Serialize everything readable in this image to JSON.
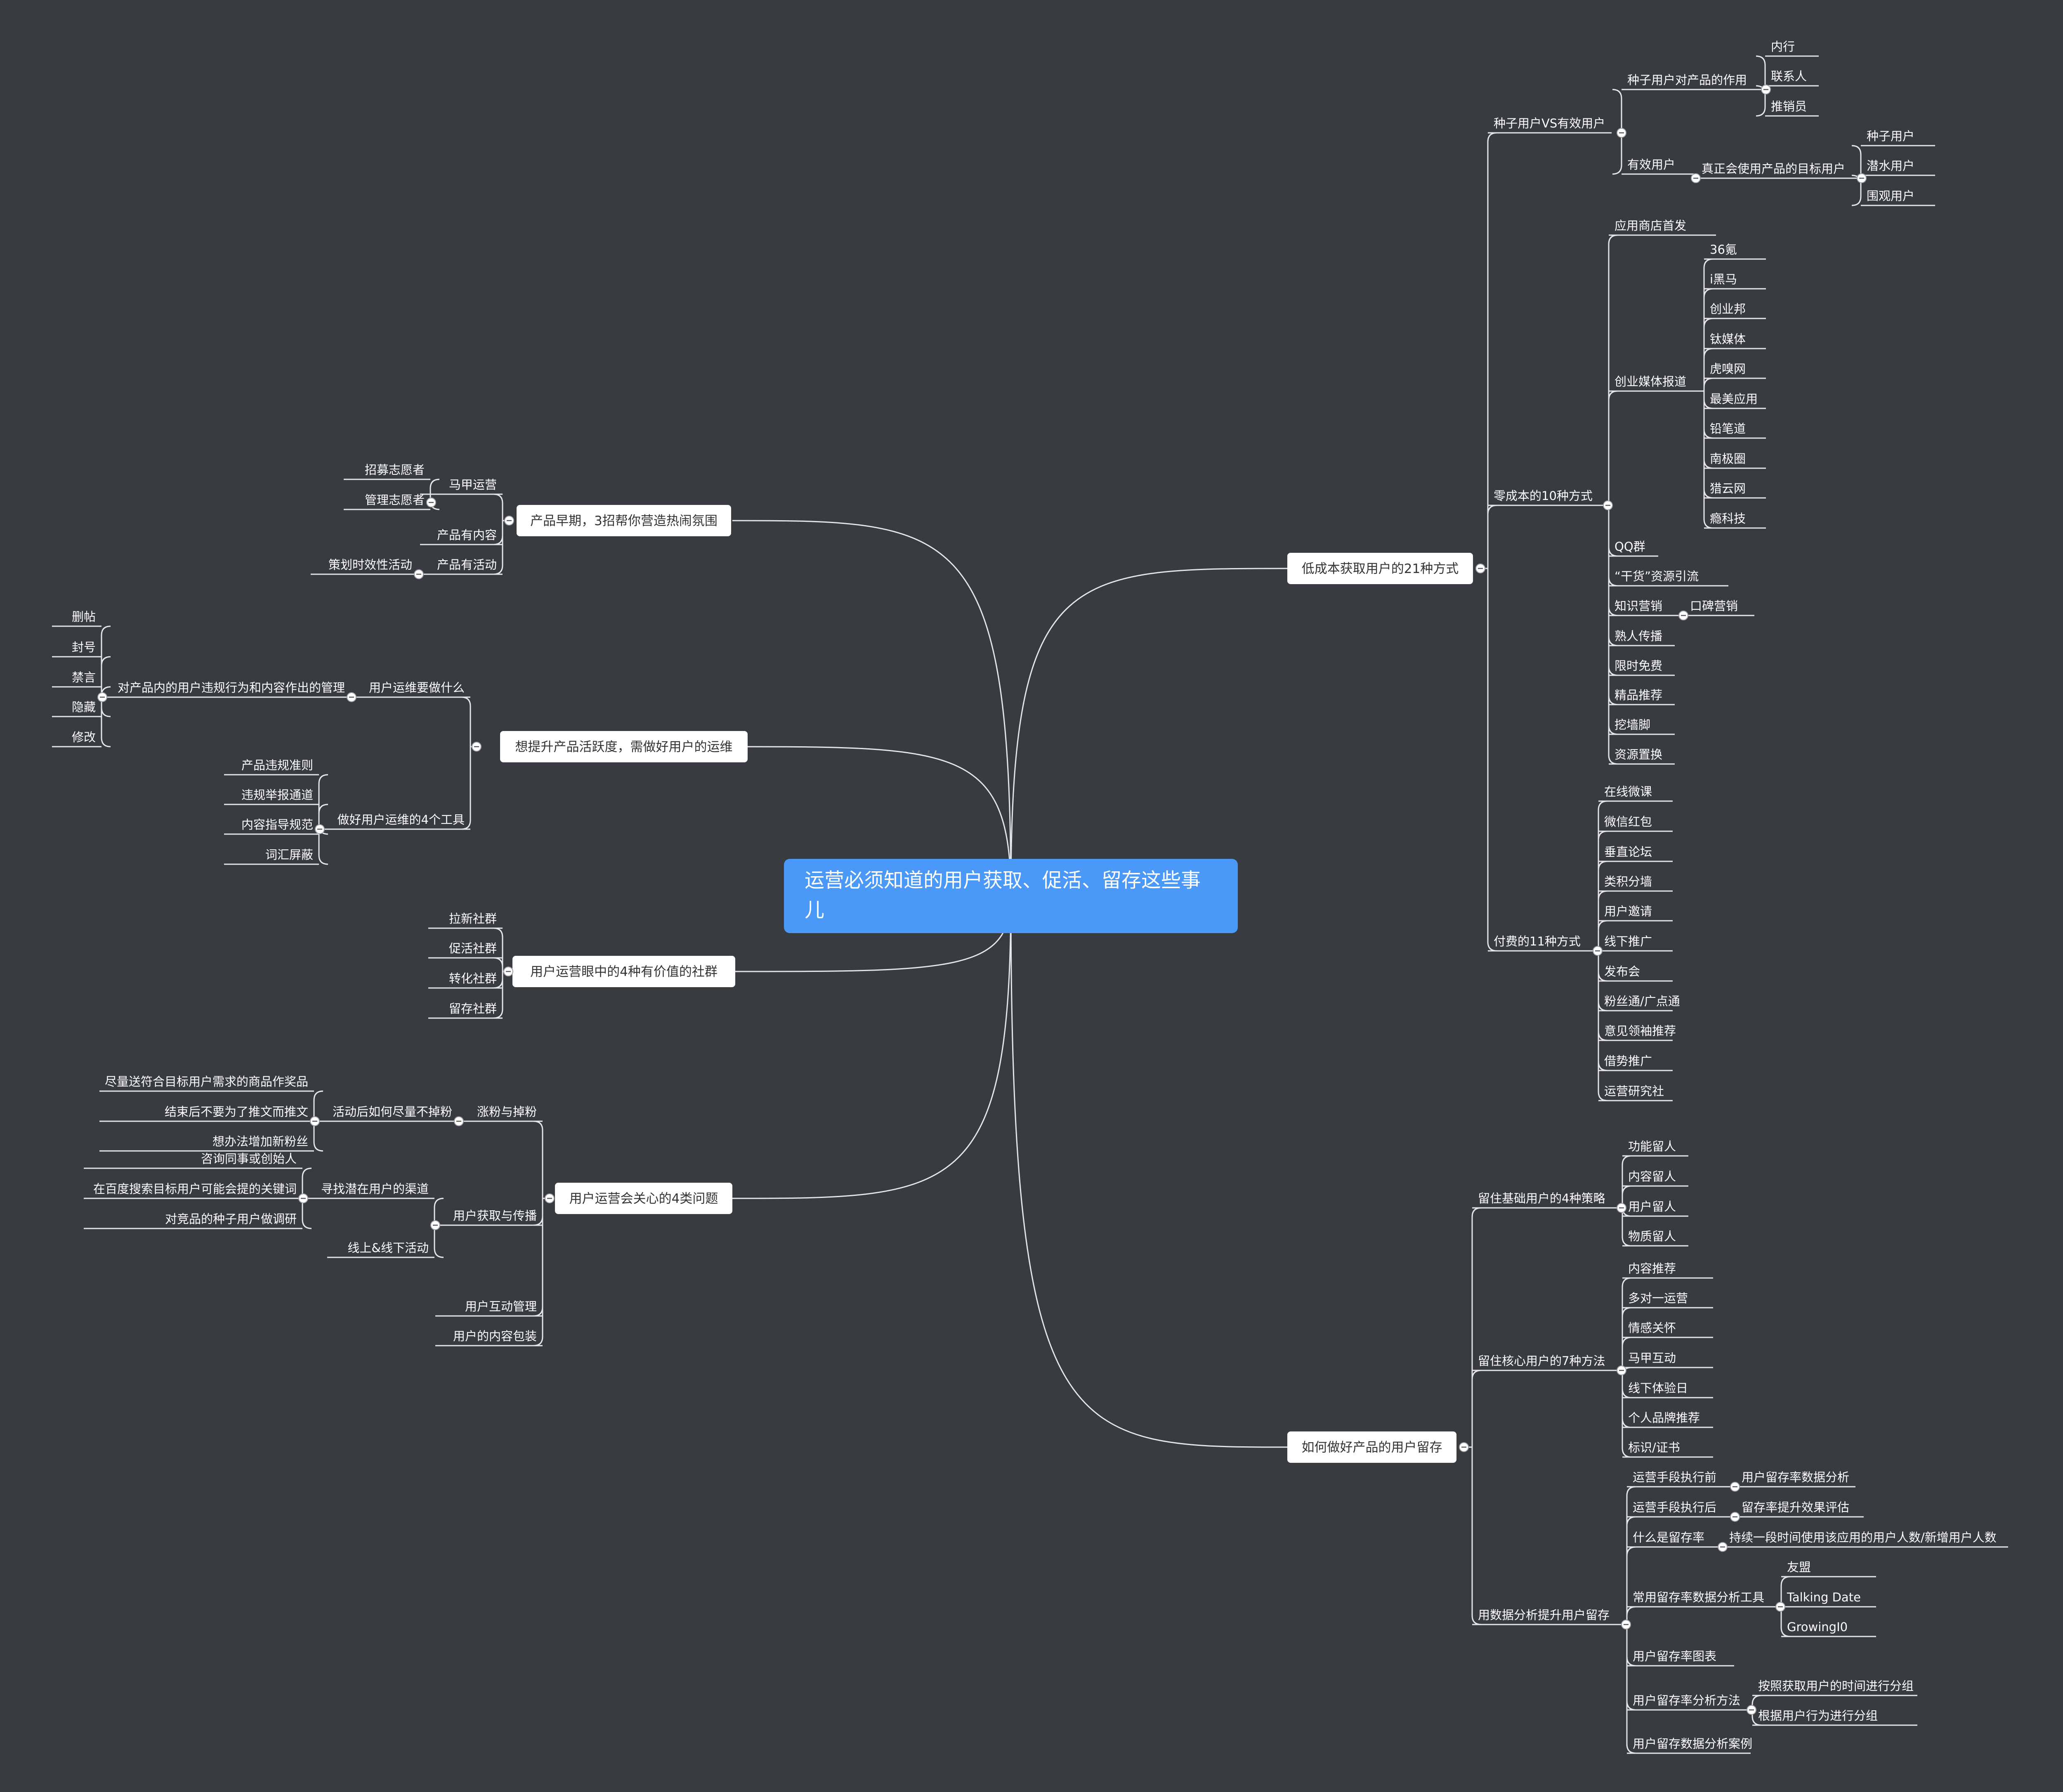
{
  "root": "运营必须知道的用户获取、促活、留存这些事儿",
  "colors": {
    "background": "#383b40",
    "root_fill": "#4a98f7",
    "main_fill": "#ffffff",
    "line": "#e6e6e6",
    "text": "#ffffff",
    "main_text": "#333333"
  },
  "branches": {
    "acquisition": {
      "label": "低成本获取用户的21种方式",
      "seed_vs_valid": {
        "label": "种子用户VS有效用户",
        "seed_role": {
          "label": "种子用户对产品的作用",
          "items": [
            "内行",
            "联系人",
            "推销员"
          ]
        },
        "valid": {
          "label": "有效用户",
          "definition": "真正会使用产品的目标用户",
          "items": [
            "种子用户",
            "潜水用户",
            "围观用户"
          ]
        }
      },
      "zero_cost": {
        "label": "零成本的10种方式",
        "app_store": "应用商店首发",
        "media": {
          "label": "创业媒体报道",
          "items": [
            "36氪",
            "i黑马",
            "创业邦",
            "钛媒体",
            "虎嗅网",
            "最美应用",
            "铅笔道",
            "南极圈",
            "猎云网",
            "瘾科技"
          ]
        },
        "qq": "QQ群",
        "dry_goods": "“干货”资源引流",
        "knowledge": {
          "label": "知识营销",
          "child": "口碑营销"
        },
        "rest": [
          "熟人传播",
          "限时免费",
          "精品推荐",
          "挖墙脚",
          "资源置换"
        ]
      },
      "paid": {
        "label": "付费的11种方式",
        "items": [
          "在线微课",
          "微信红包",
          "垂直论坛",
          "类积分墙",
          "用户邀请",
          "线下推广",
          "发布会",
          "粉丝通/广点通",
          "意见领袖推荐",
          "借势推广",
          "运营研究社"
        ]
      }
    },
    "retention": {
      "label": "如何做好产品的用户留存",
      "basic": {
        "label": "留住基础用户的4种策略",
        "items": [
          "功能留人",
          "内容留人",
          "用户留人",
          "物质留人"
        ]
      },
      "core": {
        "label": "留住核心用户的7种方法",
        "items": [
          "内容推荐",
          "多对一运营",
          "情感关怀",
          "马甲互动",
          "线下体验日",
          "个人品牌推荐",
          "标识/证书"
        ]
      },
      "data": {
        "label": "用数据分析提升用户留存",
        "before": {
          "label": "运营手段执行前",
          "child": "用户留存率数据分析"
        },
        "after": {
          "label": "运营手段执行后",
          "child": "留存率提升效果评估"
        },
        "what": {
          "label": "什么是留存率",
          "child": "持续一段时间使用该应用的用户人数/新增用户人数"
        },
        "tools": {
          "label": "常用留存率数据分析工具",
          "items": [
            "友盟",
            "Talking Date",
            "GrowingI0"
          ]
        },
        "chart": "用户留存率图表",
        "method": {
          "label": "用户留存率分析方法",
          "items": [
            "按照获取用户的时间进行分组",
            "根据用户行为进行分组"
          ]
        },
        "case": "用户留存数据分析案例"
      }
    },
    "early": {
      "label": "产品早期，3招帮你营造热闹氛围",
      "sockpuppet": {
        "label": "马甲运营",
        "items": [
          "招募志愿者",
          "管理志愿者"
        ]
      },
      "content": "产品有内容",
      "activity": {
        "label": "产品有活动",
        "child": "策划时效性活动"
      }
    },
    "activity": {
      "label": "想提升产品活跃度，需做好用户的运维",
      "what": {
        "label": "用户运维要做什么",
        "mgmt": {
          "label": "对产品内的用户违规行为和内容作出的管理",
          "items": [
            "删帖",
            "封号",
            "禁言",
            "隐藏",
            "修改"
          ]
        }
      },
      "tools": {
        "label": "做好用户运维的4个工具",
        "items": [
          "产品违规准则",
          "违规举报通道",
          "内容指导规范",
          "词汇屏蔽"
        ]
      }
    },
    "community": {
      "label": "用户运营眼中的4种有价值的社群",
      "items": [
        "拉新社群",
        "促活社群",
        "转化社群",
        "留存社群"
      ]
    },
    "concerns": {
      "label": "用户运营会关心的4类问题",
      "fans": {
        "label": "涨粉与掉粉",
        "after": {
          "label": "活动后如何尽量不掉粉",
          "items": [
            "尽量送符合目标用户需求的商品作奖品",
            "结束后不要为了推文而推文",
            "想办法增加新粉丝"
          ]
        }
      },
      "acquire": {
        "label": "用户获取与传播",
        "channel": {
          "label": "寻找潜在用户的渠道",
          "items": [
            "咨询同事或创始人",
            "在百度搜索目标用户可能会提的关键词",
            "对竞品的种子用户做调研"
          ]
        },
        "offline": "线上&线下活动"
      },
      "interact": "用户互动管理",
      "package": "用户的内容包装"
    }
  }
}
